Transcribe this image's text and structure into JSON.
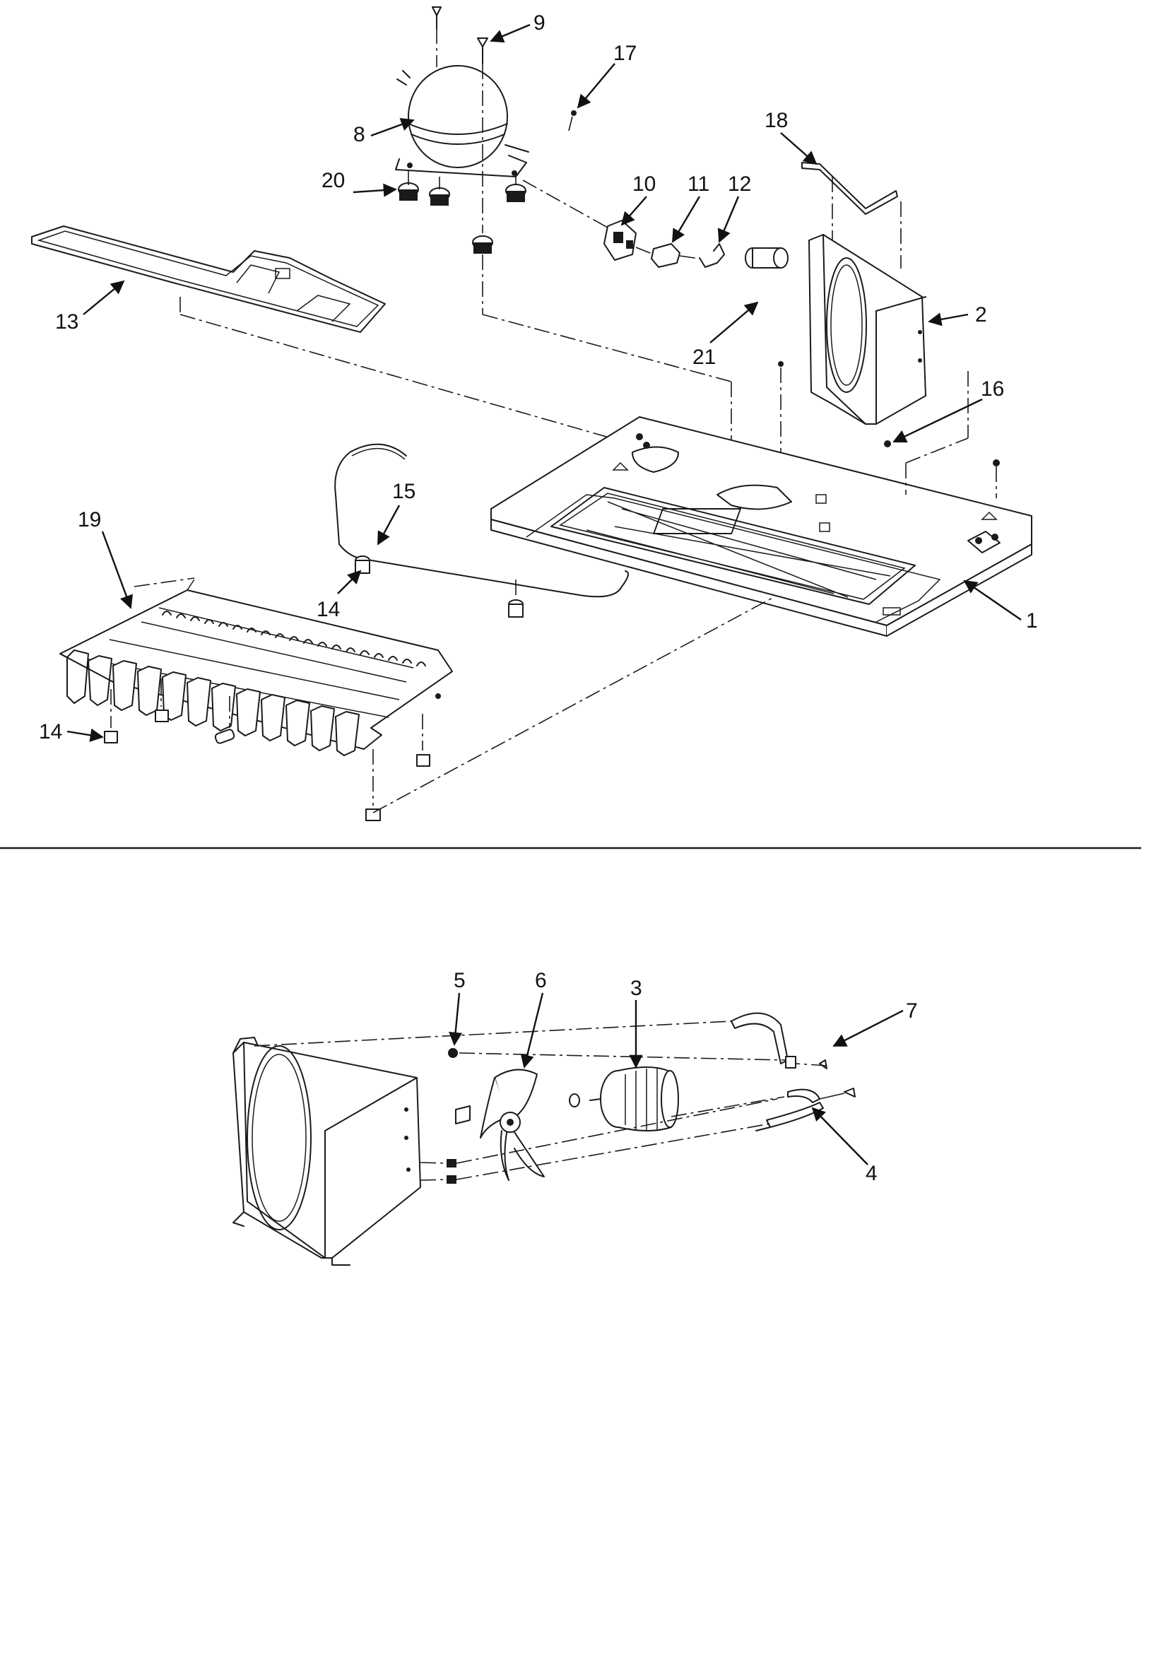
{
  "callouts": {
    "c1": "1",
    "c2": "2",
    "c3": "3",
    "c4": "4",
    "c5": "5",
    "c6": "6",
    "c7": "7",
    "c8": "8",
    "c9": "9",
    "c10": "10",
    "c11": "11",
    "c12": "12",
    "c13": "13",
    "c14a": "14",
    "c14b": "14",
    "c15": "15",
    "c16": "16",
    "c17": "17",
    "c18": "18",
    "c19": "19",
    "c20": "20",
    "c21": "21"
  },
  "colors": {
    "ink": "#1a1a1a",
    "background": "#ffffff"
  }
}
